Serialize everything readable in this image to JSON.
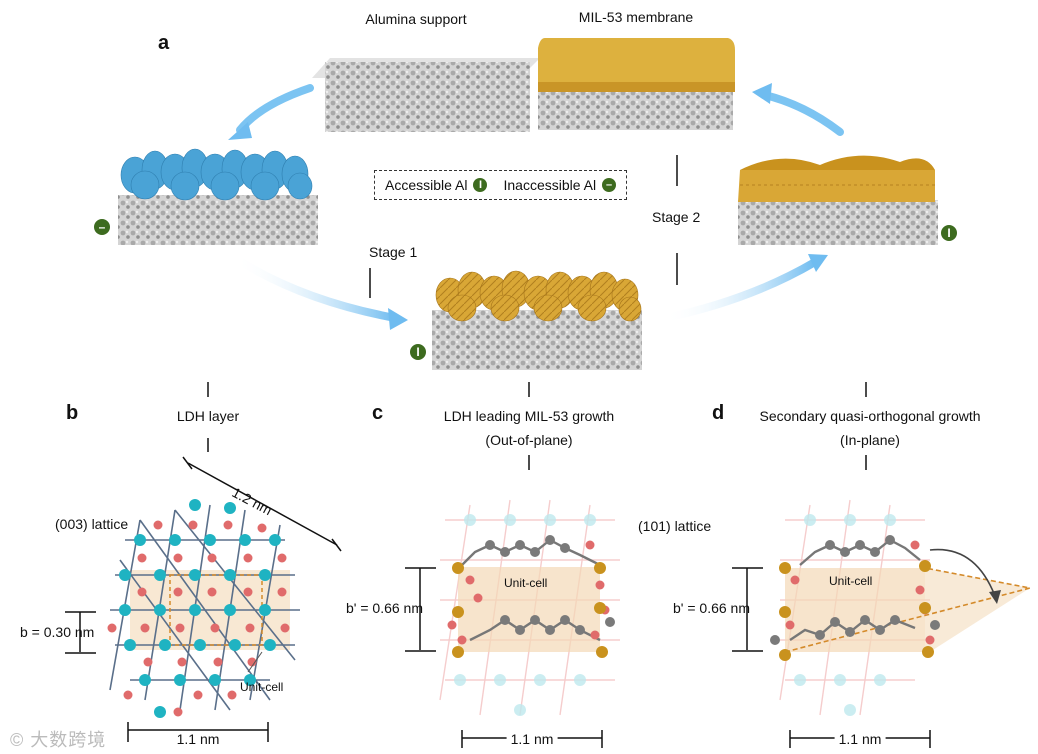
{
  "panels": {
    "a": "a",
    "b": "b",
    "c": "c",
    "d": "d"
  },
  "top": {
    "alumina_label": "Alumina support",
    "membrane_label": "MIL-53 membrane",
    "stage1": "Stage 1",
    "stage2": "Stage 2",
    "legend": {
      "accessible": "Accessible Al",
      "accessible_symbol": "I",
      "inaccessible": "Inaccessible Al",
      "inaccessible_symbol": "–"
    }
  },
  "bottom": {
    "b_title": "LDH layer",
    "b_lattice": "(003) lattice",
    "b_diag": "1.2 nm",
    "b_height": "b = 0.30 nm",
    "b_width": "1.1 nm",
    "b_unitcell": "Unit-cell",
    "c_title_1": "LDH leading MIL-53 growth",
    "c_title_2": "(Out-of-plane)",
    "c_height": "b' = 0.66 nm",
    "c_width": "1.1 nm",
    "c_unitcell": "Unit-cell",
    "d_title_1": "Secondary quasi-orthogonal growth",
    "d_title_2": "(In-plane)",
    "d_lattice": "(101) lattice",
    "d_height": "b' = 0.66 nm",
    "d_width": "1.1 nm",
    "d_unitcell": "Unit-cell"
  },
  "watermark": "大数跨境",
  "colors": {
    "support": "#c9c9c9",
    "ldh_blue": "#4aa3d6",
    "mil_gold": "#d9a736",
    "arrow_blue": "#7cc4f2",
    "badge_green": "#3d6b1f",
    "cyan_atom": "#1fb3c2",
    "red_atom": "#e06b6b",
    "grey_atom": "#7a7a7a",
    "gold_atom": "#c9921e",
    "unitcell_fill": "#f3d9b6"
  }
}
